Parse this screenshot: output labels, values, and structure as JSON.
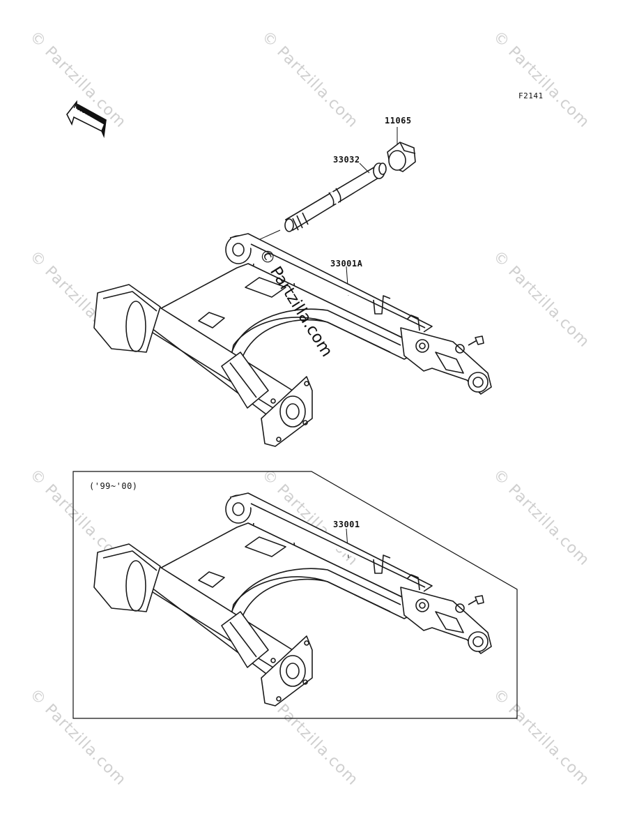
{
  "figure_code": "F2141",
  "front_label": "FRONT",
  "inset_range": "('99~'00)",
  "parts": {
    "p11065": "11065",
    "p33032": "33032",
    "p33001a": "33001A",
    "p33001": "33001"
  },
  "watermark": "© Partzilla.com",
  "watermark_main": "© Partzilla.com"
}
